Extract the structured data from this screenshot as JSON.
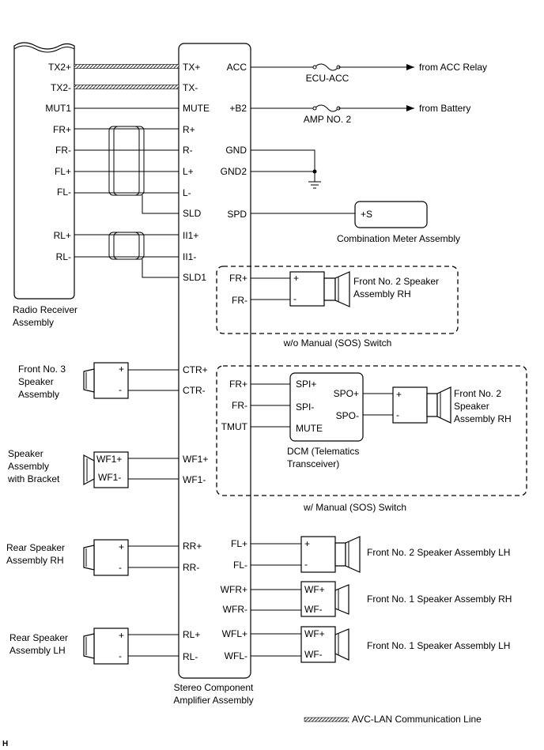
{
  "amp": {
    "name_line1": "Stereo Component",
    "name_line2": "Amplifier Assembly",
    "left_pins": {
      "tx2p": "TX+",
      "tx2m": "TX-",
      "mute": "MUTE",
      "rp": "R+",
      "rm": "R-",
      "lp": "L+",
      "lm": "L-",
      "sld": "SLD",
      "ii1p": "II1+",
      "ii1m": "II1-",
      "sld1": "SLD1",
      "ctrp": "CTR+",
      "ctrm": "CTR-",
      "wf1p": "WF1+",
      "wf1m": "WF1-",
      "rrp": "RR+",
      "rrm": "RR-",
      "rlp": "RL+",
      "rlm": "RL-"
    },
    "right_pins": {
      "acc": "ACC",
      "b2": "+B2",
      "gnd": "GND",
      "gnd2": "GND2",
      "spd": "SPD",
      "frp1": "FR+",
      "frm1": "FR-",
      "frp2": "FR+",
      "frm2": "FR-",
      "tmut": "TMUT",
      "flp": "FL+",
      "flm": "FL-",
      "wfrp": "WFR+",
      "wfrm": "WFR-",
      "wflp": "WFL+",
      "wflm": "WFL-"
    }
  },
  "radio": {
    "name_line1": "Radio Receiver",
    "name_line2": "Assembly",
    "pins": {
      "tx2p": "TX2+",
      "tx2m": "TX2-",
      "mut1": "MUT1",
      "frp": "FR+",
      "frm": "FR-",
      "flp": "FL+",
      "flm": "FL-",
      "rlp": "RL+",
      "rlm": "RL-"
    }
  },
  "power": {
    "fuse1": "ECU-ACC",
    "fuse2": "AMP NO. 2",
    "from_acc": "from ACC Relay",
    "from_battery": "from Battery"
  },
  "meter": {
    "pin": "+S",
    "name": "Combination Meter Assembly"
  },
  "wo_sos": {
    "caption": "w/o Manual (SOS) Switch",
    "speaker_name_line1": "Front No. 2 Speaker",
    "speaker_name_line2": "Assembly RH",
    "plus": "+",
    "minus": "-"
  },
  "w_sos": {
    "caption": "w/ Manual (SOS) Switch",
    "dcm_pins": {
      "spip": "SPI+",
      "spim": "SPI-",
      "mute": "MUTE",
      "spop": "SPO+",
      "spom": "SPO-"
    },
    "dcm_name_line1": "DCM (Telematics",
    "dcm_name_line2": "Transceiver)",
    "speaker_name_line1": "Front No. 2",
    "speaker_name_line2": "Speaker",
    "speaker_name_line3": "Assembly RH",
    "plus": "+",
    "minus": "-"
  },
  "left_speakers": {
    "front3": {
      "line1": "Front No. 3",
      "line2": "Speaker",
      "line3": "Assembly",
      "plus": "+",
      "minus": "-"
    },
    "bracket": {
      "line1": "Speaker",
      "line2": "Assembly",
      "line3": "with Bracket",
      "pin1": "WF1+",
      "pin2": "WF1-"
    },
    "rear_rh": {
      "line1": "Rear Speaker",
      "line2": "Assembly RH",
      "plus": "+",
      "minus": "-"
    },
    "rear_lh": {
      "line1": "Rear Speaker",
      "line2": "Assembly LH",
      "plus": "+",
      "minus": "-"
    }
  },
  "right_speakers": {
    "front2_lh": {
      "name": "Front No. 2 Speaker Assembly LH",
      "plus": "+",
      "minus": "-"
    },
    "front1_rh": {
      "name": "Front No. 1 Speaker Assembly RH",
      "pin1": "WF+",
      "pin2": "WF-"
    },
    "front1_lh": {
      "name": "Front No. 1 Speaker Assembly LH",
      "pin1": "WF+",
      "pin2": "WF-"
    }
  },
  "legend": {
    "text": ": AVC-LAN Communication Line"
  },
  "corner_mark": "H"
}
